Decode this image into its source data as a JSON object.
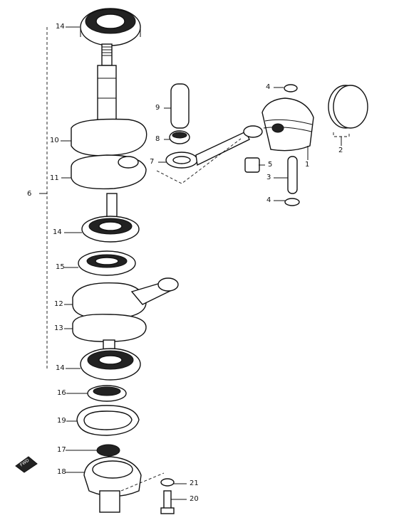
{
  "labels": {
    "p1": "1",
    "p2": "2",
    "p3": "3",
    "p4a": "4",
    "p4b": "4",
    "p5": "5",
    "p6": "6",
    "p7": "7",
    "p8": "8",
    "p9": "9",
    "p10": "10",
    "p11": "11",
    "p12": "12",
    "p13": "13",
    "p14a": "14",
    "p14b": "14",
    "p14c": "14",
    "p15": "15",
    "p16": "16",
    "p17": "17",
    "p18": "18",
    "p19": "19",
    "p20": "20",
    "p21": "21",
    "fwd": "FWD"
  }
}
